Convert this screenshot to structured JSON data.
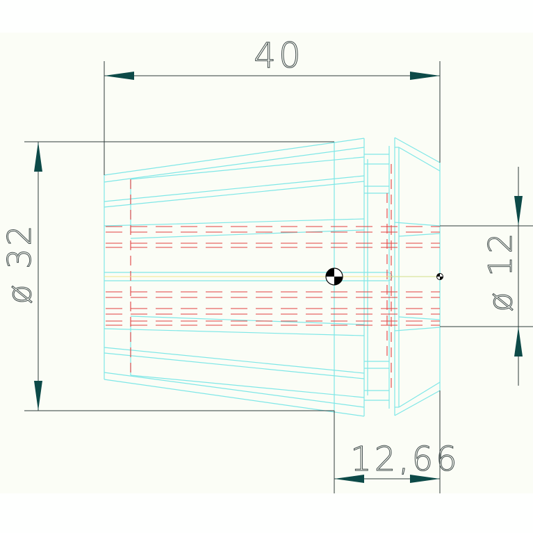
{
  "dimensions": {
    "overall_length": "40",
    "outer_diameter": "ø 32",
    "bore_diameter": "ø 12",
    "head_length": "12,66"
  },
  "colors": {
    "outline": "#7fe7e7",
    "hidden": "#e04040",
    "dimension": "#2e3a3a",
    "arrow": "#0d4a48",
    "centerline": "#f0e68c",
    "background": "#fbfdf6"
  },
  "icons": {
    "center_mark": "centroid-symbol",
    "small_mark": "reference-point-symbol"
  }
}
